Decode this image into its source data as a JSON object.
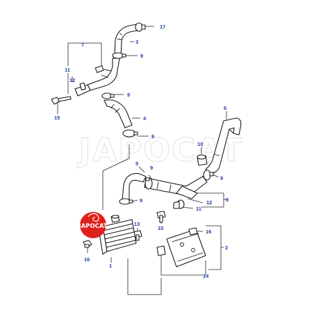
{
  "watermark": "JAPOCAT",
  "logo": {
    "text": "JAPOCAT",
    "color": "#e0211b"
  },
  "accent_color": "#1f3f9e",
  "callouts": {
    "c1": "1",
    "c2": "2",
    "c3": "3",
    "c4": "4",
    "c5": "5",
    "c6": "6",
    "c7": "7",
    "c8": "8",
    "c9a": "9",
    "c9b": "9",
    "c9c": "9",
    "c9d": "9",
    "c9e": "9",
    "c9f": "9",
    "c10": "10",
    "c11a": "11",
    "c11b": "11",
    "c12a": "12",
    "c12b": "12",
    "c13": "13",
    "c14": "14",
    "c15a": "15",
    "c15b": "15",
    "c16a": "16",
    "c16b": "16",
    "c17": "17"
  }
}
